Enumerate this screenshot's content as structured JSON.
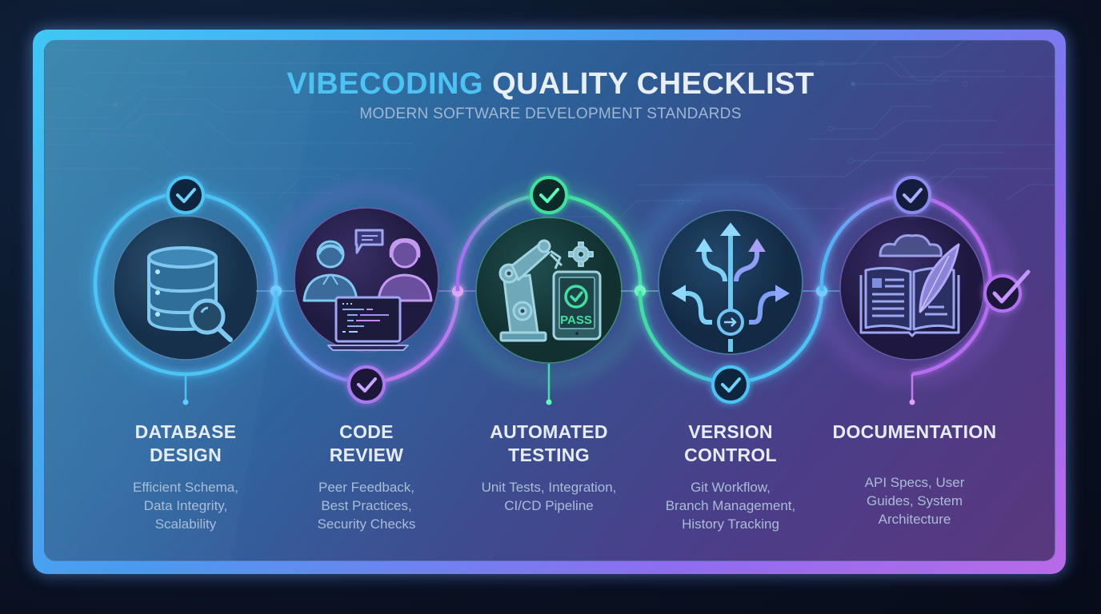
{
  "header": {
    "title_accent": "VIBECODING",
    "title_rest": "QUALITY CHECKLIST",
    "subtitle": "MODERN SOFTWARE DEVELOPMENT STANDARDS"
  },
  "colors": {
    "background": "#0b1628",
    "title_accent": "#4cc3f2",
    "blue": "#4cb8f5",
    "purple": "#a06cf0",
    "green": "#3fe0a0",
    "text_heading": "#e6ecf4",
    "text_body": "#a9bdd6"
  },
  "steps": [
    {
      "title_line1": "DATABASE",
      "title_line2": "DESIGN",
      "desc": [
        "Efficient Schema,",
        "Data Integrity,",
        "Scalability"
      ],
      "icon": "database-search-icon",
      "status": "checked"
    },
    {
      "title_line1": "CODE",
      "title_line2": "REVIEW",
      "desc": [
        "Peer Feedback,",
        "Best Practices,",
        "Security Checks"
      ],
      "icon": "peer-review-icon",
      "status": "checked"
    },
    {
      "title_line1": "AUTOMATED",
      "title_line2": "TESTING",
      "desc": [
        "Unit Tests, Integration,",
        "CI/CD Pipeline",
        ""
      ],
      "icon": "robot-arm-test-icon",
      "status": "checked",
      "badge": "PASS"
    },
    {
      "title_line1": "VERSION",
      "title_line2": "CONTROL",
      "desc": [
        "Git Workflow,",
        "Branch Management,",
        "History Tracking"
      ],
      "icon": "branching-arrows-icon",
      "status": "checked"
    },
    {
      "title_line1": "DOCUMENTATION",
      "title_line2": "",
      "desc": [
        "API Specs, User",
        "Guides, System",
        "Architecture"
      ],
      "icon": "book-quill-icon",
      "status": "checked"
    }
  ]
}
